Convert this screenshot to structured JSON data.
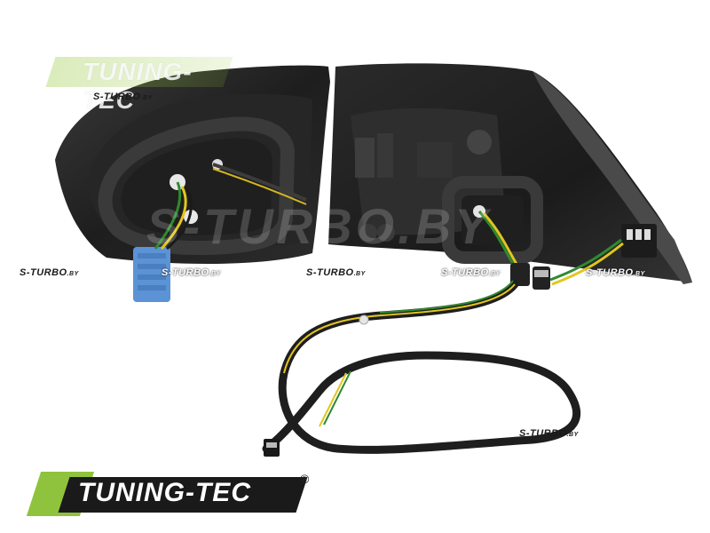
{
  "watermarks": {
    "logo_top": "TUNING-TEC",
    "sub_top": "S-TURBO",
    "sub_top_suffix": ".BY",
    "center_large": "S-TURBO.BY",
    "row_1": "S-TURBO",
    "row_2": "S-TURBO",
    "row_3": "S-TURBO",
    "row_4": "S-TURBO",
    "row_5": "S-TURBO",
    "row_6": "S-TURBO",
    "suffix": ".BY"
  },
  "logo_bottom": {
    "text": "TUNING-TEC",
    "registered": "®"
  },
  "colors": {
    "brand_green": "#8fc33d",
    "brand_black": "#1a1a1a",
    "housing": "#2a2a2a",
    "connector_blue": "#5b93d6"
  }
}
